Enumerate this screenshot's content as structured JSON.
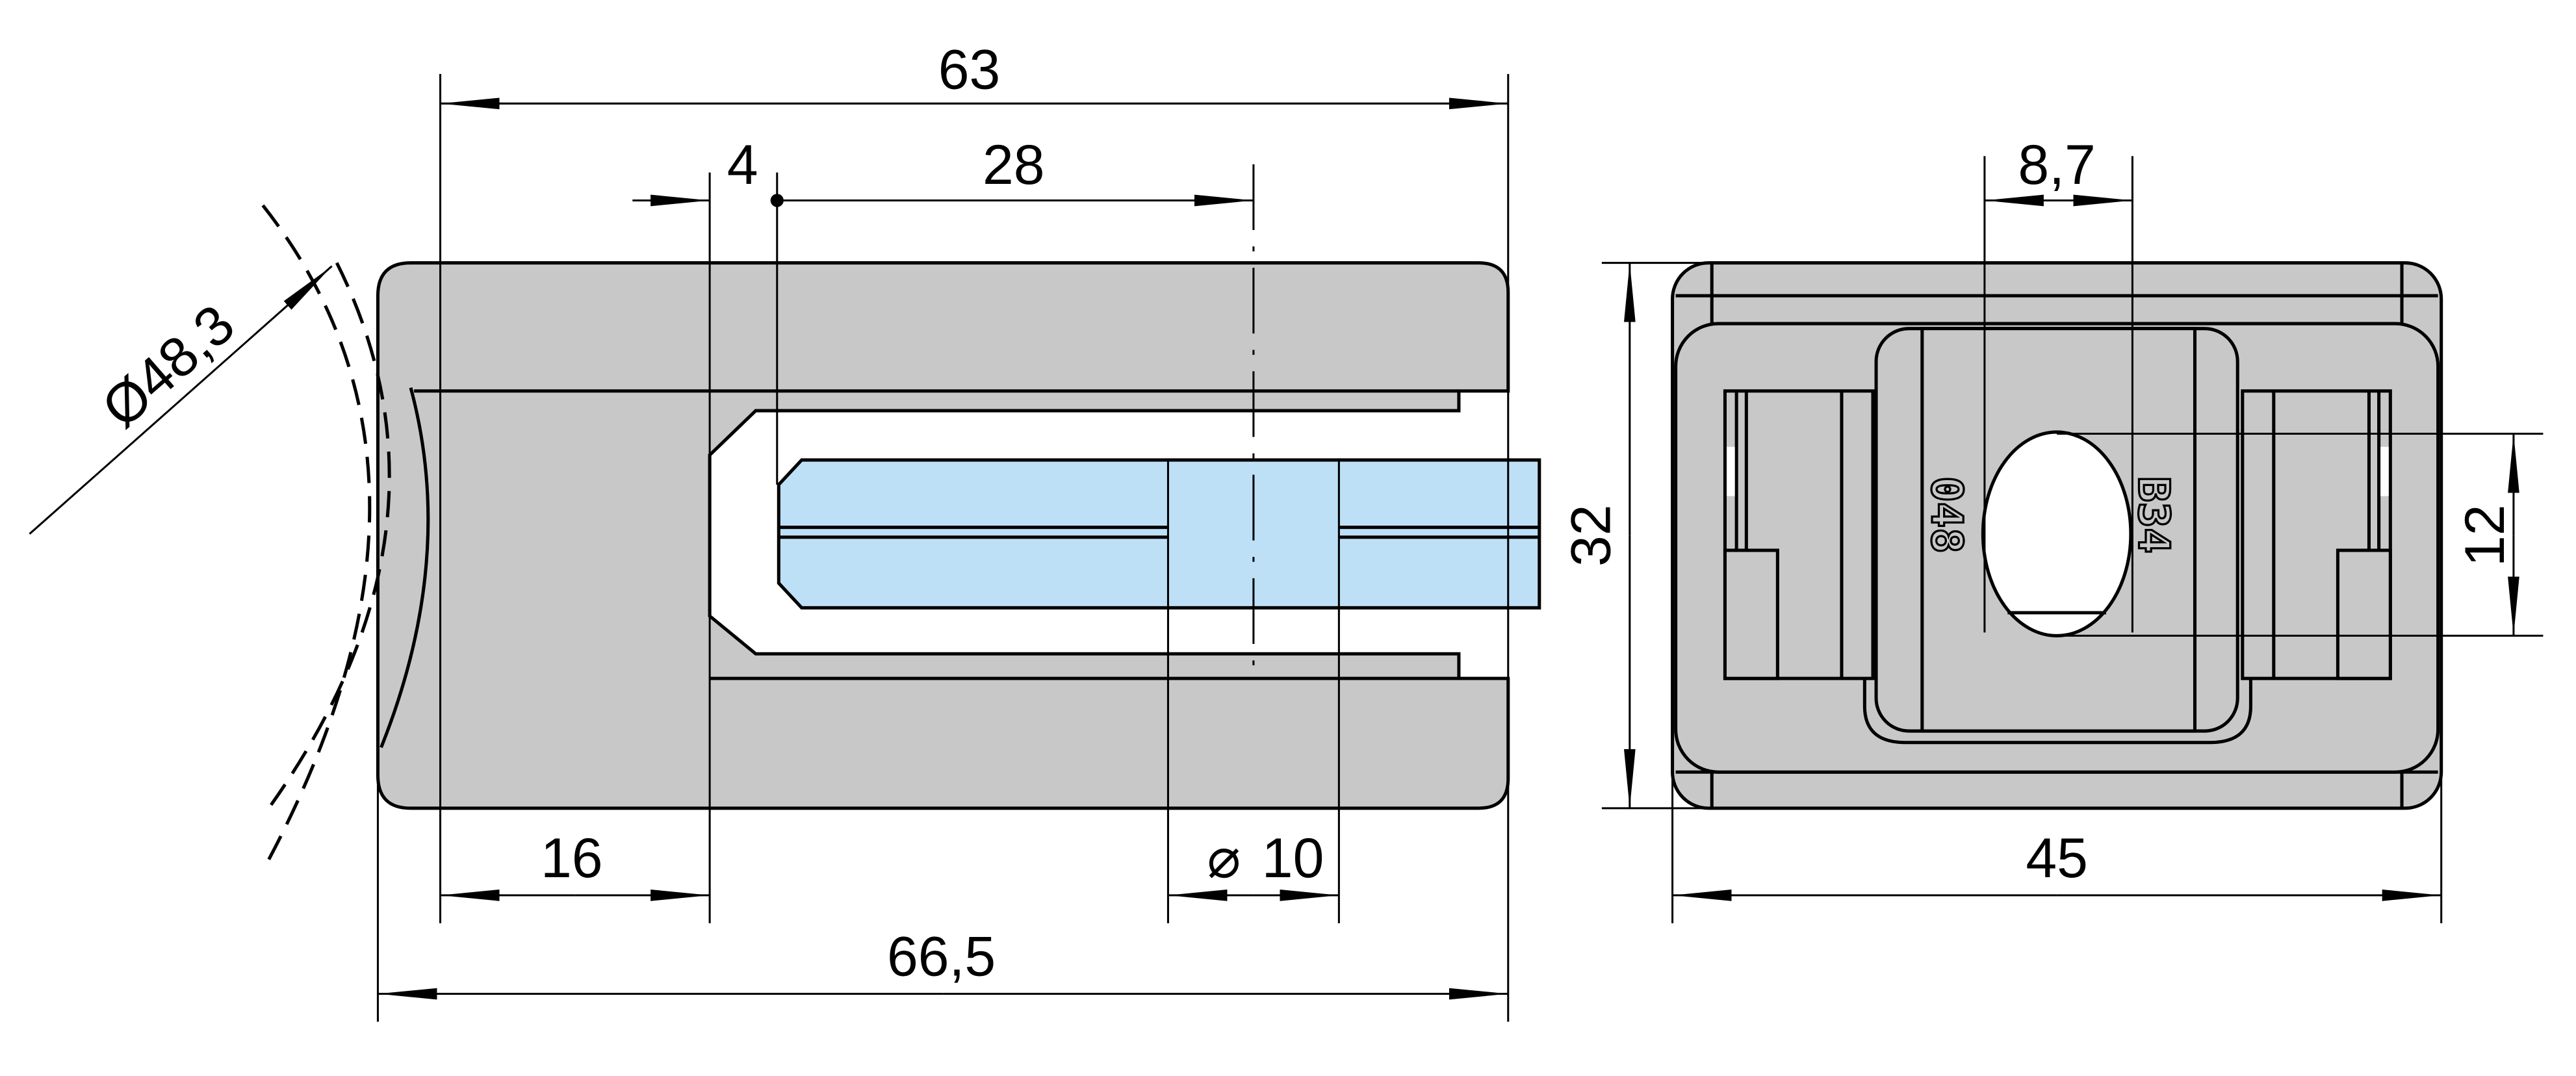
{
  "colors": {
    "metal": "#c8c8c8",
    "glass": "#bde0f6",
    "line": "#000000"
  },
  "side_view": {
    "dim_total_width": "63",
    "dim_offset": "4",
    "dim_center": "28",
    "dim_pipe_diameter": "Ø48,3",
    "dim_base": "16",
    "dim_hole_symbol": "⌀",
    "dim_hole": "10",
    "dim_overall": "66,5"
  },
  "front_view": {
    "dim_hole_width": "8,7",
    "dim_height": "32",
    "dim_hole_height": "12",
    "dim_width": "45",
    "engraving_left": "048",
    "engraving_right": "B34"
  }
}
